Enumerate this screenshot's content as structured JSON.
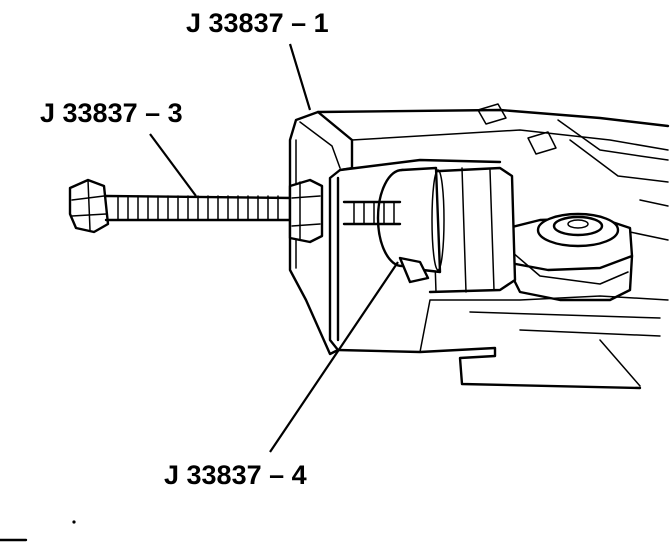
{
  "labels": {
    "part_1": "J 33837 – 1",
    "part_3": "J 33837 – 3",
    "part_4": "J 33837 – 4"
  },
  "colors": {
    "ink": "#000000",
    "paper": "#ffffff"
  }
}
